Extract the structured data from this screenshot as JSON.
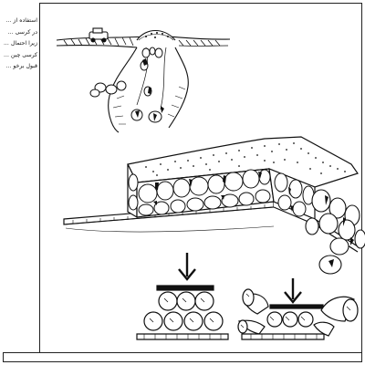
{
  "side_text": {
    "lines": [
      "استفاده از ...",
      "در کرسی ...",
      "زیرا احتمال ...",
      "کرسی چین ...",
      "قبول برخو ..."
    ]
  },
  "illustration": {
    "arrow_count": 2
  }
}
